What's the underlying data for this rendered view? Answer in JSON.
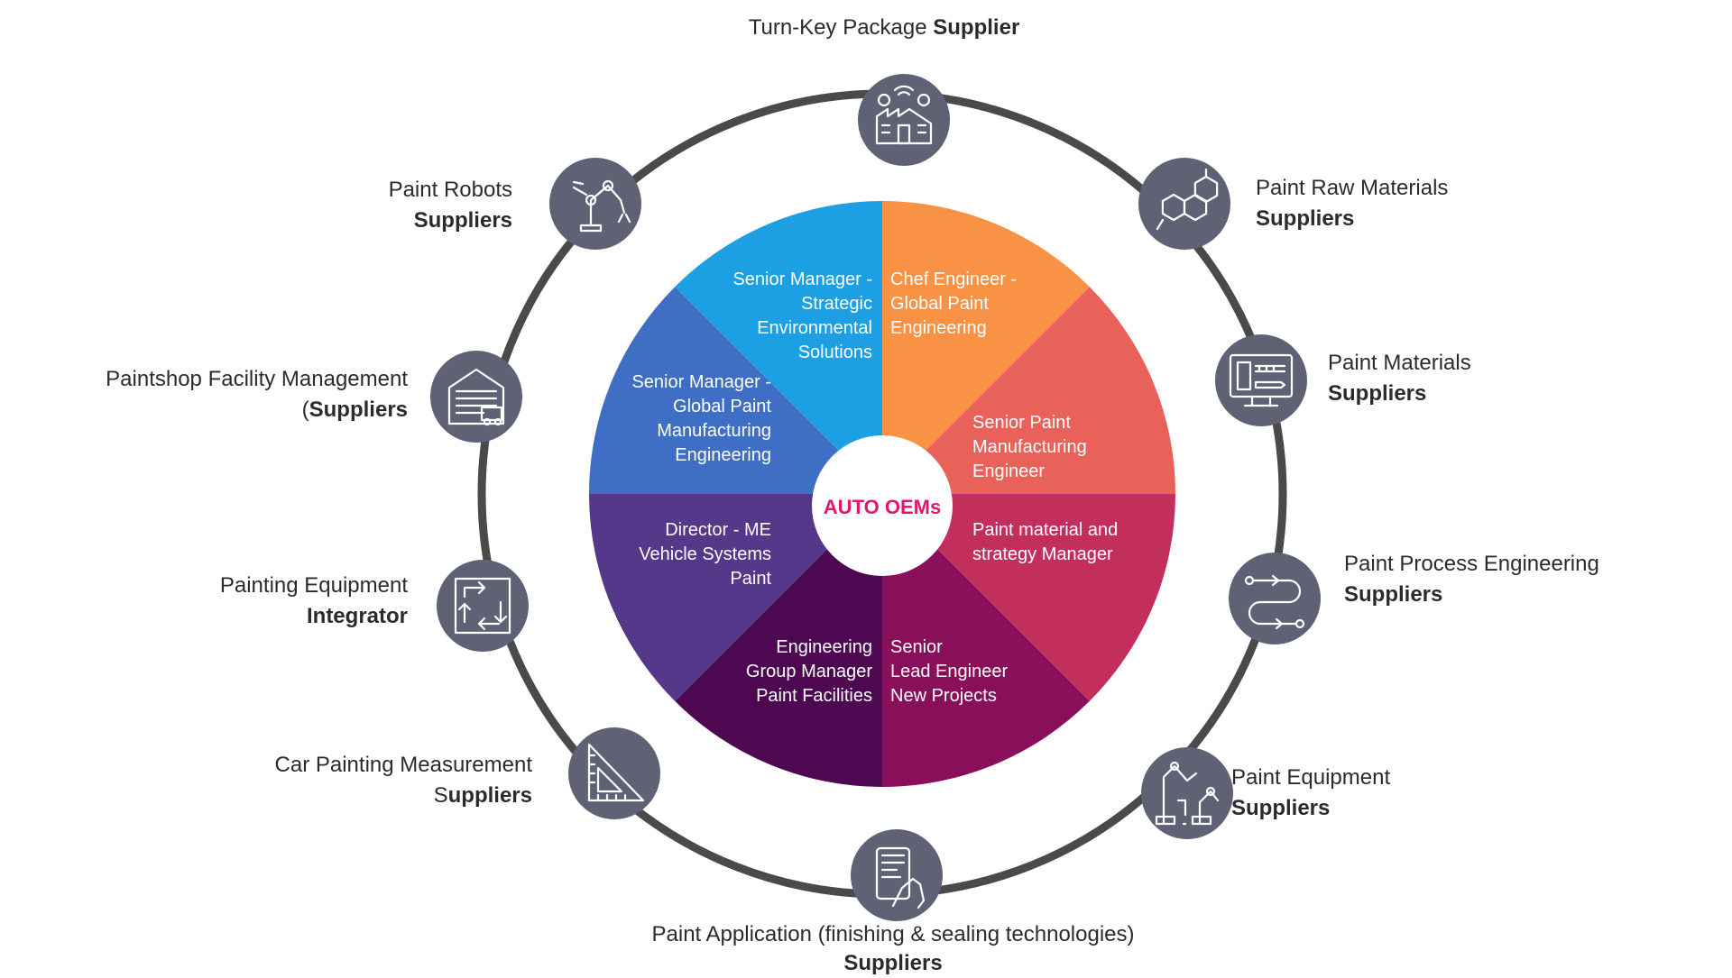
{
  "center": {
    "label": "AUTO OEMs",
    "color": "#e0186c"
  },
  "ring_color": "#4a4a4a",
  "node_color": "#5f6275",
  "segments": [
    {
      "color": "#f99245",
      "lines": [
        "Chef Engineer -",
        "Global Paint",
        "Engineering"
      ]
    },
    {
      "color": "#e8625a",
      "lines": [
        "Senior Paint",
        "Manufacturing",
        "Engineer"
      ]
    },
    {
      "color": "#c22f5d",
      "lines": [
        "Paint material and",
        "strategy Manager"
      ]
    },
    {
      "color": "#8a0f5b",
      "lines": [
        "Senior",
        "Lead Engineer",
        "New Projects"
      ]
    },
    {
      "color": "#4e0852",
      "lines": [
        "Engineering",
        "Group Manager",
        "Paint Facilities"
      ]
    },
    {
      "color": "#553889",
      "lines": [
        "Director - ME",
        "Vehicle Systems",
        "Paint"
      ]
    },
    {
      "color": "#3f6fc4",
      "lines": [
        "Senior Manager -",
        "Global Paint",
        "Manufacturing",
        "Engineering"
      ]
    },
    {
      "color": "#1c9fe3",
      "lines": [
        "Senior Manager -",
        "Strategic",
        "Environmental",
        "Solutions"
      ]
    }
  ],
  "nodes": [
    {
      "icon": "factory-icon",
      "line1": "Turn-Key Package ",
      "bold1": "Supplier",
      "line2": "",
      "bold2": ""
    },
    {
      "icon": "molecule-icon",
      "line1": "Paint Raw Materials",
      "bold1": "",
      "line2": "",
      "bold2": "Suppliers"
    },
    {
      "icon": "monitor-icon",
      "line1": "Paint Materials",
      "bold1": "",
      "line2": "",
      "bold2": "Suppliers"
    },
    {
      "icon": "process-path-icon",
      "line1": "Paint Process Engineering",
      "bold1": "",
      "line2": "",
      "bold2": "Suppliers"
    },
    {
      "icon": "robotic-arms-icon",
      "line1": "Paint Equipment",
      "bold1": "",
      "line2": "",
      "bold2": "Suppliers"
    },
    {
      "icon": "tablet-hand-icon",
      "line1": "Paint Application (finishing & sealing technologies)",
      "bold1": "",
      "line2": "",
      "bold2": "Suppliers"
    },
    {
      "icon": "set-square-icon",
      "line1": "Car Painting Measurement",
      "bold1": "",
      "line2": "S",
      "bold2": "uppliers"
    },
    {
      "icon": "puzzle-arrows-icon",
      "line1": "Painting Equipment",
      "bold1": "",
      "line2": "",
      "bold2": "Integrator"
    },
    {
      "icon": "warehouse-icon",
      "line1": "Paintshop Facility Management",
      "bold1": "",
      "line2": "(",
      "bold2": "Suppliers"
    },
    {
      "icon": "robot-arm-icon",
      "line1": "Paint Robots",
      "bold1": "",
      "line2": "",
      "bold2": "Suppliers"
    }
  ]
}
